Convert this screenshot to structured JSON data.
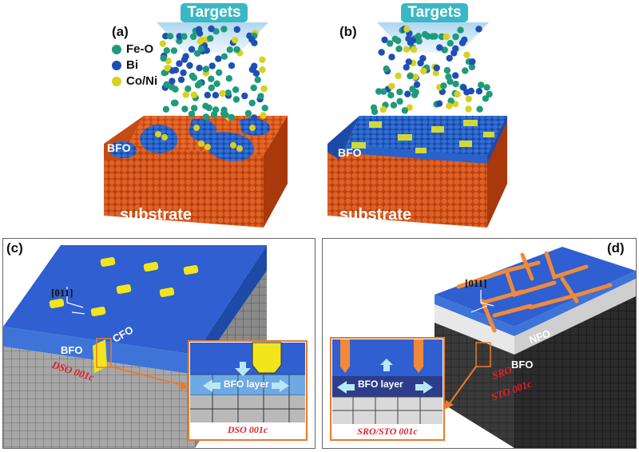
{
  "panels": {
    "a": {
      "label": "(a)",
      "target": "Targets",
      "film": "BFO",
      "base": "substrate"
    },
    "b": {
      "label": "(b)",
      "target": "Targets",
      "film": "BFO",
      "base": "substrate"
    },
    "c": {
      "label": "(c)",
      "direction": "[011]",
      "film": "BFO",
      "pillar": "CFO",
      "substrate": "DSO 001c",
      "inset_layer": "BFO layer",
      "inset_caption": "DSO 001c"
    },
    "d": {
      "label": "(d)",
      "direction": "[011]",
      "film": "BFO",
      "pillar": "NFO",
      "electrode": "SRO",
      "substrate": "STO 001c",
      "inset_layer": "BFO layer",
      "inset_caption": "SRO/STO 001c"
    }
  },
  "legend": [
    {
      "label": "Fe-O",
      "color": "#1f9a7a"
    },
    {
      "label": "Bi",
      "color": "#1f4fb5"
    },
    {
      "label": "Co/Ni",
      "color": "#d6d21f"
    }
  ],
  "colors": {
    "substrate_orange": "#d9541e",
    "bfo_blue": "#2a62c8",
    "target_teal": "#3ab7c4",
    "cfo_yellow": "#f2e51b",
    "nfo_orange": "#f08a3a",
    "frame_orange": "#e87b2e"
  }
}
